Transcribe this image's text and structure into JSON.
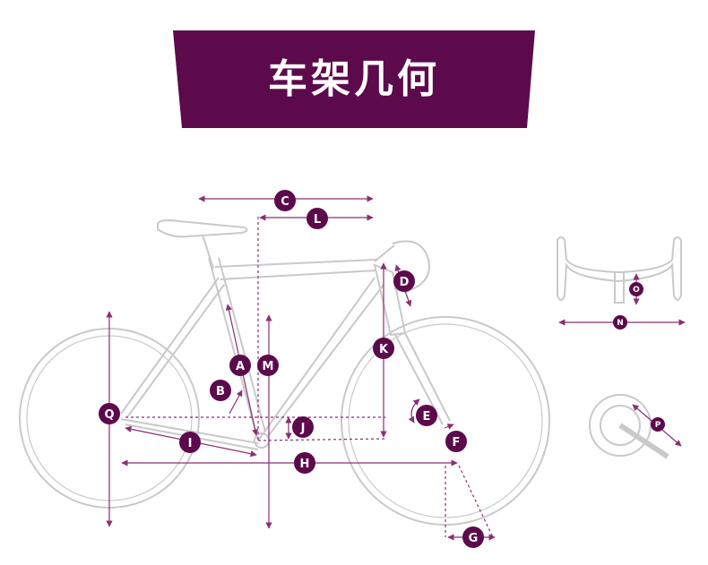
{
  "header": {
    "title": "车架几何"
  },
  "colors": {
    "accent": "#5c0a4c",
    "line": "#8a2f73",
    "outline": "#c9c9c9"
  },
  "labels": {
    "A": "A",
    "B": "B",
    "C": "C",
    "D": "D",
    "E": "E",
    "F": "F",
    "G": "G",
    "H": "H",
    "I": "I",
    "J": "J",
    "K": "K",
    "L": "L",
    "M": "M",
    "N": "N",
    "O": "O",
    "P": "P",
    "Q": "Q"
  }
}
